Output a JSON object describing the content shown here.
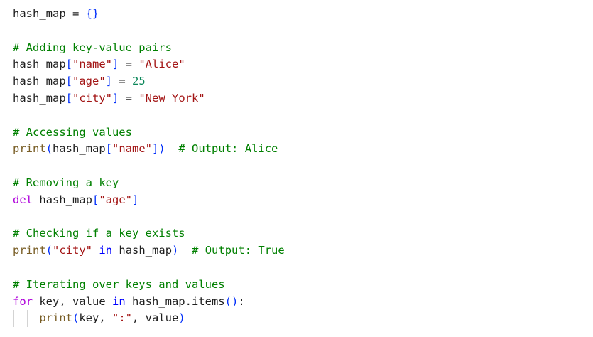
{
  "editor": {
    "lines": [
      [
        {
          "t": "hash_map",
          "c": "id"
        },
        {
          "t": " = ",
          "c": "op"
        },
        {
          "t": "{}",
          "c": "brace"
        }
      ],
      [],
      [
        {
          "t": "# Adding key-value pairs",
          "c": "comment"
        }
      ],
      [
        {
          "t": "hash_map",
          "c": "id"
        },
        {
          "t": "[",
          "c": "bracket"
        },
        {
          "t": "\"name\"",
          "c": "str"
        },
        {
          "t": "]",
          "c": "bracket"
        },
        {
          "t": " = ",
          "c": "op"
        },
        {
          "t": "\"Alice\"",
          "c": "str"
        }
      ],
      [
        {
          "t": "hash_map",
          "c": "id"
        },
        {
          "t": "[",
          "c": "bracket"
        },
        {
          "t": "\"age\"",
          "c": "str"
        },
        {
          "t": "]",
          "c": "bracket"
        },
        {
          "t": " = ",
          "c": "op"
        },
        {
          "t": "25",
          "c": "num"
        }
      ],
      [
        {
          "t": "hash_map",
          "c": "id"
        },
        {
          "t": "[",
          "c": "bracket"
        },
        {
          "t": "\"city\"",
          "c": "str"
        },
        {
          "t": "]",
          "c": "bracket"
        },
        {
          "t": " = ",
          "c": "op"
        },
        {
          "t": "\"New York\"",
          "c": "str"
        }
      ],
      [],
      [
        {
          "t": "# Accessing values",
          "c": "comment"
        }
      ],
      [
        {
          "t": "print",
          "c": "builtin"
        },
        {
          "t": "(",
          "c": "paren"
        },
        {
          "t": "hash_map",
          "c": "id"
        },
        {
          "t": "[",
          "c": "bracket"
        },
        {
          "t": "\"name\"",
          "c": "str"
        },
        {
          "t": "]",
          "c": "bracket"
        },
        {
          "t": ")",
          "c": "paren"
        },
        {
          "t": "  ",
          "c": "op"
        },
        {
          "t": "# Output: Alice",
          "c": "comment"
        }
      ],
      [],
      [
        {
          "t": "# Removing a key",
          "c": "comment"
        }
      ],
      [
        {
          "t": "del",
          "c": "keyword"
        },
        {
          "t": " ",
          "c": "op"
        },
        {
          "t": "hash_map",
          "c": "id"
        },
        {
          "t": "[",
          "c": "bracket"
        },
        {
          "t": "\"age\"",
          "c": "str"
        },
        {
          "t": "]",
          "c": "bracket"
        }
      ],
      [],
      [
        {
          "t": "# Checking if a key exists",
          "c": "comment"
        }
      ],
      [
        {
          "t": "print",
          "c": "builtin"
        },
        {
          "t": "(",
          "c": "paren"
        },
        {
          "t": "\"city\"",
          "c": "str"
        },
        {
          "t": " ",
          "c": "op"
        },
        {
          "t": "in",
          "c": "kwblue"
        },
        {
          "t": " ",
          "c": "op"
        },
        {
          "t": "hash_map",
          "c": "id"
        },
        {
          "t": ")",
          "c": "paren"
        },
        {
          "t": "  ",
          "c": "op"
        },
        {
          "t": "# Output: True",
          "c": "comment"
        }
      ],
      [],
      [
        {
          "t": "# Iterating over keys and values",
          "c": "comment"
        }
      ],
      [
        {
          "t": "for",
          "c": "keyword"
        },
        {
          "t": " key, value ",
          "c": "id"
        },
        {
          "t": "in",
          "c": "kwblue"
        },
        {
          "t": " hash_map.items",
          "c": "id"
        },
        {
          "t": "()",
          "c": "paren"
        },
        {
          "t": ":",
          "c": "punc"
        }
      ],
      [
        {
          "t": "    ",
          "c": "op"
        },
        {
          "t": "print",
          "c": "builtin"
        },
        {
          "t": "(",
          "c": "paren"
        },
        {
          "t": "key, ",
          "c": "id"
        },
        {
          "t": "\":\"",
          "c": "str"
        },
        {
          "t": ", value",
          "c": "id"
        },
        {
          "t": ")",
          "c": "paren"
        }
      ]
    ],
    "indent_guides": [
      {
        "line": 18,
        "cols": [
          0,
          2
        ]
      }
    ]
  }
}
